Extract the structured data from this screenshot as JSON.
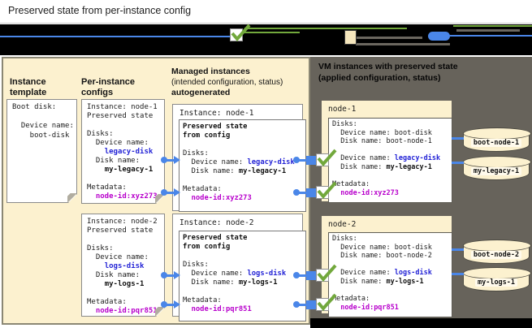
{
  "title": "Preserved state from per-instance config",
  "colors": {
    "panel_beige": "#fcf1cf",
    "panel_gray": "#67635b",
    "connector_blue": "#4a86e8",
    "value_blue": "#2222d6",
    "value_magenta": "#b800cc",
    "check_green": "#72a83c",
    "band_black": "#000000"
  },
  "legend": {
    "check_icon": "green-checkmark-in-white-box",
    "box_icon": "beige-config-box",
    "pill_icon": "blue-reference-pill",
    "line_blue": "blue-connector-line",
    "line_green": "green-connector-line"
  },
  "headers": {
    "instance_template": "Instance\ntemplate",
    "per_instance": "Per-instance\nconfigs",
    "managed_l1": "Managed instances",
    "managed_l2": "(intended configuration, status)",
    "managed_l3": "autogenerated",
    "vm_l1": "VM instances with preserved state",
    "vm_l2": "(applied configuration, status)"
  },
  "boxes": {
    "template": {
      "lines": [
        [
          [
            "Boot disk:",
            "p"
          ]
        ],
        [
          [
            "",
            "p"
          ]
        ],
        [
          [
            "  Device name:",
            "p"
          ]
        ],
        [
          [
            "    boot-disk",
            "p"
          ]
        ]
      ]
    },
    "pic1": {
      "lines": [
        [
          [
            "Instance: node-1",
            "p"
          ]
        ],
        [
          [
            "Preserved state",
            "p"
          ]
        ],
        [
          [
            "",
            "p"
          ]
        ],
        [
          [
            "Disks:",
            "p"
          ]
        ],
        [
          [
            "  Device name:",
            "p"
          ]
        ],
        [
          [
            "    ",
            "p"
          ],
          [
            "legacy-disk",
            "u"
          ]
        ],
        [
          [
            "  Disk name:",
            "p"
          ]
        ],
        [
          [
            "    ",
            "p"
          ],
          [
            "my-legacy-1",
            "b"
          ]
        ],
        [
          [
            "",
            "p"
          ]
        ],
        [
          [
            "Metadata:",
            "p"
          ]
        ],
        [
          [
            "  ",
            "p"
          ],
          [
            "node-id:xyz273",
            "m"
          ]
        ]
      ]
    },
    "pic2": {
      "lines": [
        [
          [
            "Instance: node-2",
            "p"
          ]
        ],
        [
          [
            "Preserved state",
            "p"
          ]
        ],
        [
          [
            "",
            "p"
          ]
        ],
        [
          [
            "Disks:",
            "p"
          ]
        ],
        [
          [
            "  Device name:",
            "p"
          ]
        ],
        [
          [
            "    ",
            "p"
          ],
          [
            "logs-disk",
            "u"
          ]
        ],
        [
          [
            "  Disk name:",
            "p"
          ]
        ],
        [
          [
            "    ",
            "p"
          ],
          [
            "my-logs-1",
            "b"
          ]
        ],
        [
          [
            "",
            "p"
          ]
        ],
        [
          [
            "Metadata:",
            "p"
          ]
        ],
        [
          [
            "  ",
            "p"
          ],
          [
            "node-id:pqr851",
            "m"
          ]
        ]
      ]
    },
    "managed1": {
      "title": "Instance: node-1",
      "lines": [
        [
          [
            "Preserved state",
            "b"
          ]
        ],
        [
          [
            "from config",
            "b"
          ]
        ],
        [
          [
            "",
            "p"
          ]
        ],
        [
          [
            "Disks:",
            "p"
          ]
        ],
        [
          [
            "  Device name: ",
            "p"
          ],
          [
            "legacy-disk",
            "u"
          ]
        ],
        [
          [
            "  Disk name: ",
            "p"
          ],
          [
            "my-legacy-1",
            "b"
          ]
        ],
        [
          [
            "",
            "p"
          ]
        ],
        [
          [
            "Metadata:",
            "p"
          ]
        ],
        [
          [
            "  ",
            "p"
          ],
          [
            "node-id:xyz273",
            "m"
          ]
        ]
      ]
    },
    "managed2": {
      "title": "Instance: node-2",
      "lines": [
        [
          [
            "Preserved state",
            "b"
          ]
        ],
        [
          [
            "from config",
            "b"
          ]
        ],
        [
          [
            "",
            "p"
          ]
        ],
        [
          [
            "Disks:",
            "p"
          ]
        ],
        [
          [
            "  Device name: ",
            "p"
          ],
          [
            "logs-disk",
            "u"
          ]
        ],
        [
          [
            "  Disk name: ",
            "p"
          ],
          [
            "my-logs-1",
            "b"
          ]
        ],
        [
          [
            "",
            "p"
          ]
        ],
        [
          [
            "Metadata:",
            "p"
          ]
        ],
        [
          [
            "  ",
            "p"
          ],
          [
            "node-id:pqr851",
            "m"
          ]
        ]
      ]
    },
    "node1": {
      "title": "node-1",
      "lines": [
        [
          [
            "Disks:",
            "p"
          ]
        ],
        [
          [
            "  Device name: boot-disk",
            "p"
          ]
        ],
        [
          [
            "  Disk name: boot-node-1",
            "p"
          ]
        ],
        [
          [
            "",
            "p"
          ]
        ],
        [
          [
            "  Device name: ",
            "p"
          ],
          [
            "legacy-disk",
            "u"
          ]
        ],
        [
          [
            "  Disk name: ",
            "p"
          ],
          [
            "my-legacy-1",
            "b"
          ]
        ],
        [
          [
            "",
            "p"
          ]
        ],
        [
          [
            "Metadata:",
            "p"
          ]
        ],
        [
          [
            "  ",
            "p"
          ],
          [
            "node-id:xyz273",
            "m"
          ]
        ]
      ]
    },
    "node2": {
      "title": "node-2",
      "lines": [
        [
          [
            "Disks:",
            "p"
          ]
        ],
        [
          [
            "  Device name: boot-disk",
            "p"
          ]
        ],
        [
          [
            "  Disk name: boot-node-2",
            "p"
          ]
        ],
        [
          [
            "",
            "p"
          ]
        ],
        [
          [
            "  Device name: ",
            "p"
          ],
          [
            "logs-disk",
            "u"
          ]
        ],
        [
          [
            "  Disk name: ",
            "p"
          ],
          [
            "my-logs-1",
            "b"
          ]
        ],
        [
          [
            "",
            "p"
          ]
        ],
        [
          [
            "Metadata:",
            "p"
          ]
        ],
        [
          [
            "  ",
            "p"
          ],
          [
            "node-id:pqr851",
            "m"
          ]
        ]
      ]
    }
  },
  "disks": [
    {
      "label": "boot-node-1"
    },
    {
      "label": "my-legacy-1"
    },
    {
      "label": "boot-node-2"
    },
    {
      "label": "my-logs-1"
    }
  ]
}
